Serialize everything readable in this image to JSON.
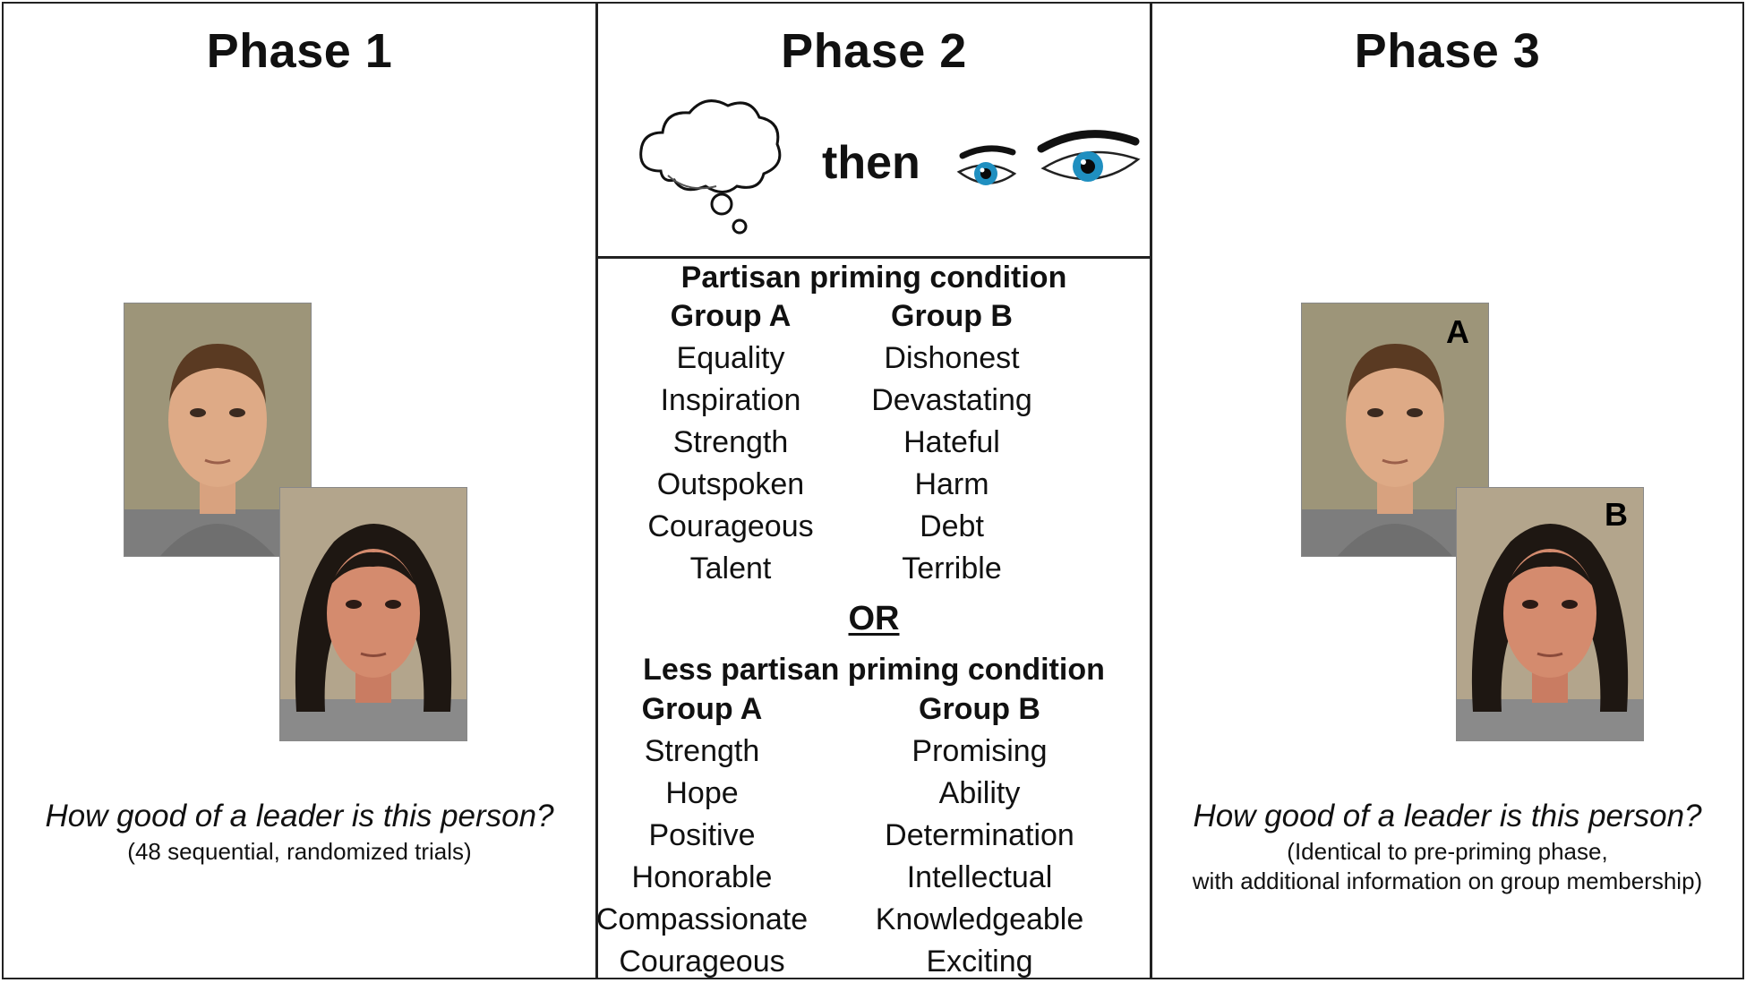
{
  "phase1": {
    "title": "Phase 1",
    "question": "How good of a leader is this person?",
    "note": "(48 sequential, randomized trials)"
  },
  "phase2": {
    "title": "Phase 2",
    "then_label": "then",
    "partisan": {
      "title": "Partisan priming condition",
      "group_a": {
        "heading": "Group A",
        "words": [
          "Equality",
          "Inspiration",
          "Strength",
          "Outspoken",
          "Courageous",
          "Talent"
        ]
      },
      "group_b": {
        "heading": "Group B",
        "words": [
          "Dishonest",
          "Devastating",
          "Hateful",
          "Harm",
          "Debt",
          "Terrible"
        ]
      }
    },
    "or_label": "OR",
    "less_partisan": {
      "title": "Less partisan priming condition",
      "group_a": {
        "heading": "Group A",
        "words": [
          "Strength",
          "Hope",
          "Positive",
          "Honorable",
          "Compassionate",
          "Courageous"
        ]
      },
      "group_b": {
        "heading": "Group B",
        "words": [
          "Promising",
          "Ability",
          "Determination",
          "Intellectual",
          "Knowledgeable",
          "Exciting"
        ]
      }
    }
  },
  "phase3": {
    "title": "Phase 3",
    "label_a": "A",
    "label_b": "B",
    "question": "How good of a leader is this person?",
    "note_line1": "(Identical to pre-priming phase,",
    "note_line2": "with additional information on group membership)"
  },
  "icons": {
    "thought": "thought-bubble-icon",
    "eyes": "eyes-icon"
  },
  "colors": {
    "eye_iris": "#1f8fc0",
    "face_background": "#9d9579"
  }
}
